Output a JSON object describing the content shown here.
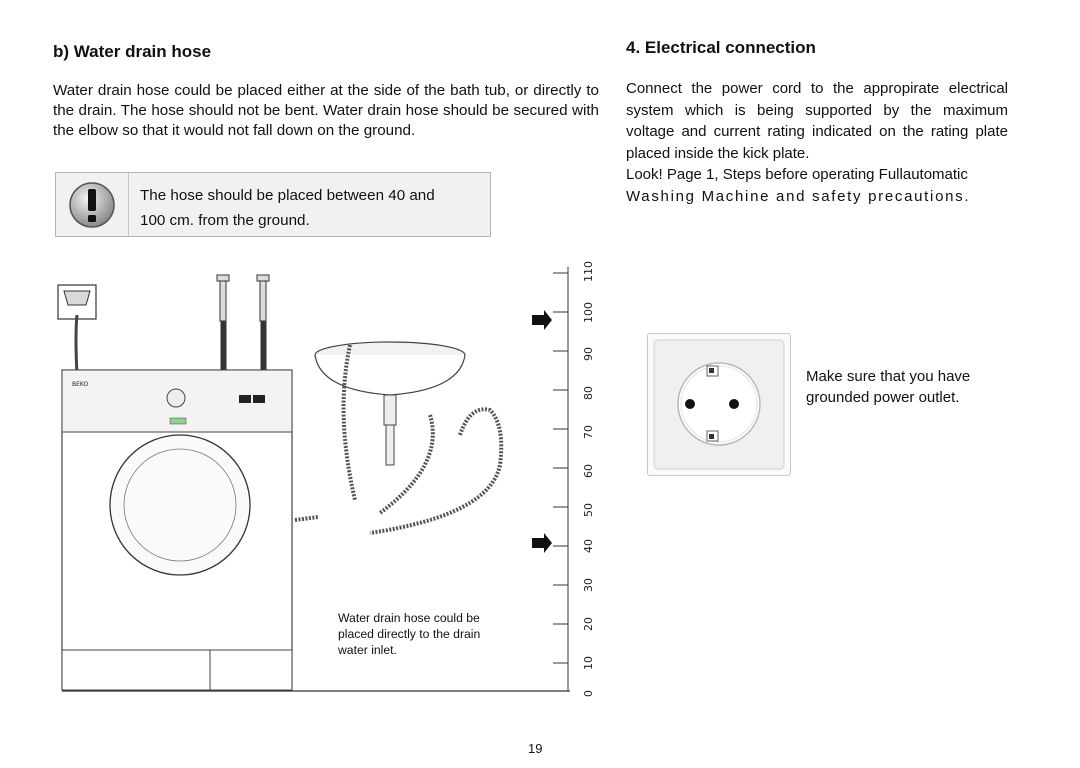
{
  "left": {
    "heading": "b) Water drain hose",
    "paragraph": "Water drain hose could be placed either at the side of the bath tub, or directly to the drain. The hose should not be bent. Water drain hose should be secured with the elbow so that it would not fall down on the ground.",
    "warning": {
      "icon": "exclamation-icon",
      "line1": "The hose should be placed between 40 and",
      "line2": "100 cm. from the ground."
    },
    "figure": {
      "brand": "BEKO",
      "caption_line1": "Water drain hose could be",
      "caption_line2": "placed directly to the drain",
      "caption_line3": "water inlet.",
      "ruler_labels": [
        "110",
        "100",
        "90",
        "80",
        "70",
        "60",
        "50",
        "40",
        "30",
        "20",
        "10",
        "0"
      ],
      "height_range_cm": [
        40,
        100
      ]
    }
  },
  "right": {
    "heading": "4. Electrical connection",
    "paragraph": "Connect the power cord to the appropirate electrical system which is being supported by the maximum voltage and current rating indicated on the rating plate placed inside the kick plate.",
    "look_line": "Look! Page 1, Steps before operating Fullautomatic",
    "look_line2": "Washing Machine and safety precautions.",
    "outlet_caption_line1": "Make sure that you have",
    "outlet_caption_line2": "grounded power outlet."
  },
  "page_number": "19"
}
